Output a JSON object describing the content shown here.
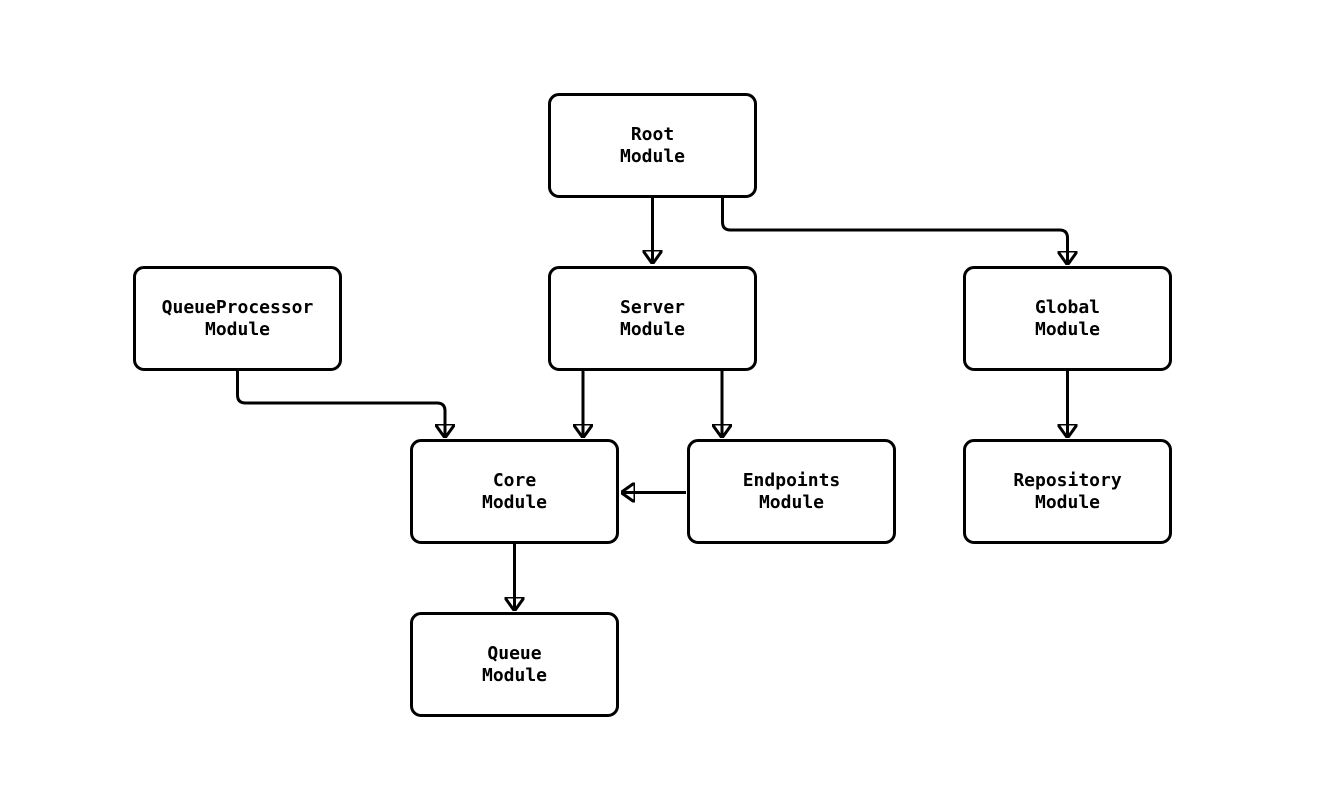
{
  "diagram": {
    "type": "flowchart",
    "colors": {
      "background": "#ffffff",
      "node_fill": "#ffffff",
      "stroke": "#000000",
      "text": "#000000"
    },
    "nodes": {
      "root": {
        "label": "Root\nModule"
      },
      "queue_processor": {
        "label": "QueueProcessor\nModule"
      },
      "server": {
        "label": "Server\nModule"
      },
      "global": {
        "label": "Global\nModule"
      },
      "core": {
        "label": "Core\nModule"
      },
      "endpoints": {
        "label": "Endpoints\nModule"
      },
      "repository": {
        "label": "Repository\nModule"
      },
      "queue": {
        "label": "Queue\nModule"
      }
    },
    "edges": [
      {
        "from": "Root Module",
        "to": "Server Module"
      },
      {
        "from": "Root Module",
        "to": "Global Module"
      },
      {
        "from": "QueueProcessor Module",
        "to": "Core Module"
      },
      {
        "from": "Server Module",
        "to": "Core Module"
      },
      {
        "from": "Server Module",
        "to": "Endpoints Module"
      },
      {
        "from": "Endpoints Module",
        "to": "Core Module"
      },
      {
        "from": "Global Module",
        "to": "Repository Module"
      },
      {
        "from": "Core Module",
        "to": "Queue Module"
      }
    ]
  }
}
